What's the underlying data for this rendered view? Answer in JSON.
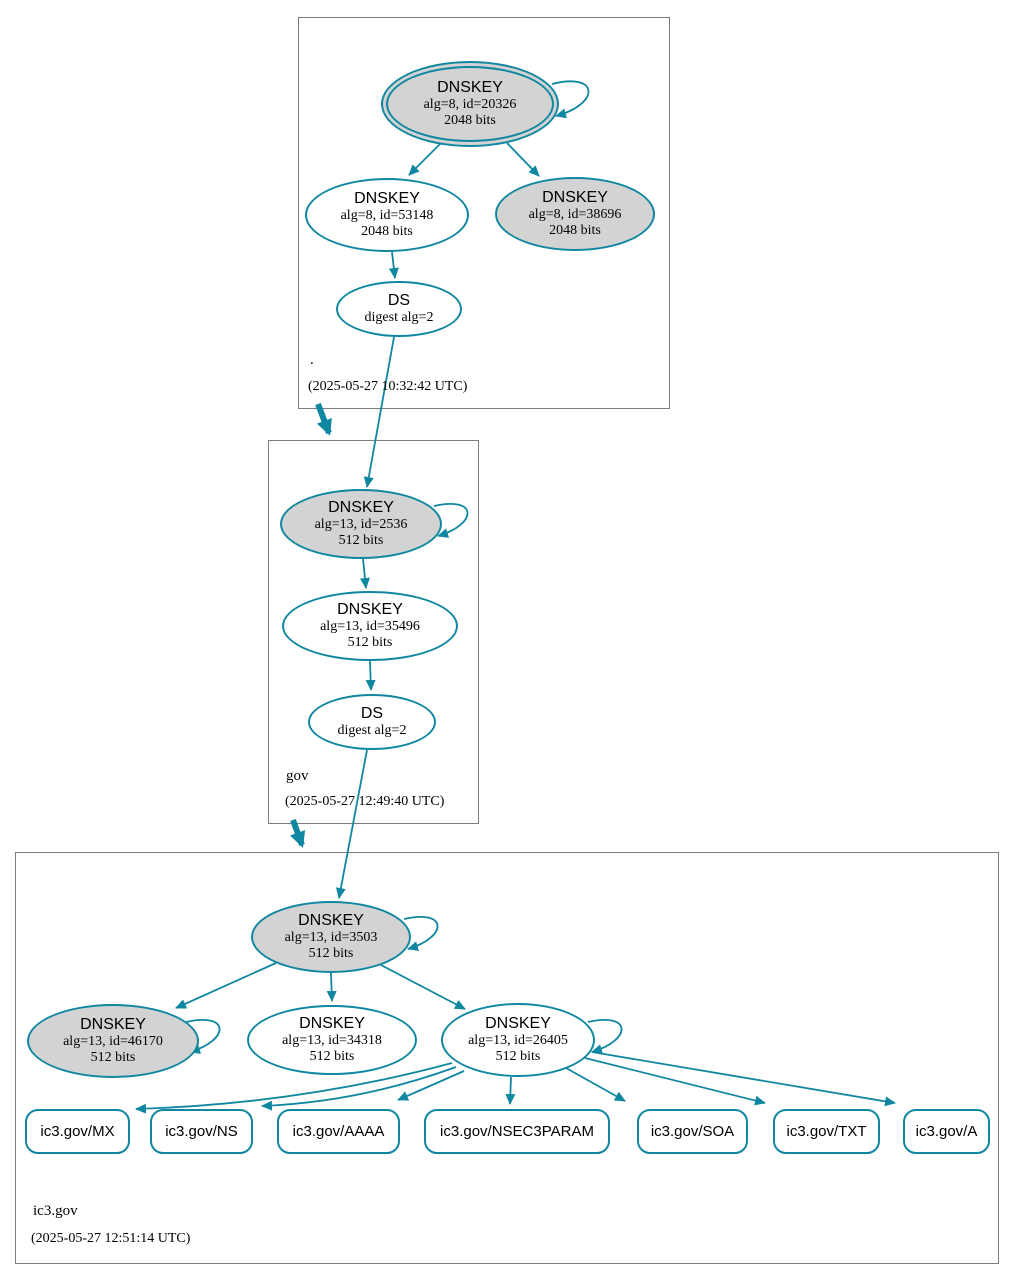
{
  "zones": [
    {
      "label": ".",
      "timestamp": "(2025-05-27 10:32:42 UTC)",
      "nodes": {
        "ksk": {
          "title": "DNSKEY",
          "alg": "alg=8, id=20326",
          "bits": "2048 bits"
        },
        "zsk": {
          "title": "DNSKEY",
          "alg": "alg=8, id=53148",
          "bits": "2048 bits"
        },
        "key2": {
          "title": "DNSKEY",
          "alg": "alg=8, id=38696",
          "bits": "2048 bits"
        },
        "ds": {
          "title": "DS",
          "alg": "digest alg=2"
        }
      }
    },
    {
      "label": "gov",
      "timestamp": "(2025-05-27 12:49:40 UTC)",
      "nodes": {
        "ksk": {
          "title": "DNSKEY",
          "alg": "alg=13, id=2536",
          "bits": "512 bits"
        },
        "zsk": {
          "title": "DNSKEY",
          "alg": "alg=13, id=35496",
          "bits": "512 bits"
        },
        "ds": {
          "title": "DS",
          "alg": "digest alg=2"
        }
      }
    },
    {
      "label": "ic3.gov",
      "timestamp": "(2025-05-27 12:51:14 UTC)",
      "nodes": {
        "ksk": {
          "title": "DNSKEY",
          "alg": "alg=13, id=3503",
          "bits": "512 bits"
        },
        "key46170": {
          "title": "DNSKEY",
          "alg": "alg=13, id=46170",
          "bits": "512 bits"
        },
        "key34318": {
          "title": "DNSKEY",
          "alg": "alg=13, id=34318",
          "bits": "512 bits"
        },
        "key26405": {
          "title": "DNSKEY",
          "alg": "alg=13, id=26405",
          "bits": "512 bits"
        }
      },
      "rrsets": [
        {
          "label": "ic3.gov/MX"
        },
        {
          "label": "ic3.gov/NS"
        },
        {
          "label": "ic3.gov/AAAA"
        },
        {
          "label": "ic3.gov/NSEC3PARAM"
        },
        {
          "label": "ic3.gov/SOA"
        },
        {
          "label": "ic3.gov/TXT"
        },
        {
          "label": "ic3.gov/A"
        }
      ]
    }
  ],
  "colors": {
    "edge": "#0f87a0",
    "key_fill_gray": "#d3d3d3",
    "zone_border": "#7d7d7d",
    "background": "#ffffff"
  }
}
